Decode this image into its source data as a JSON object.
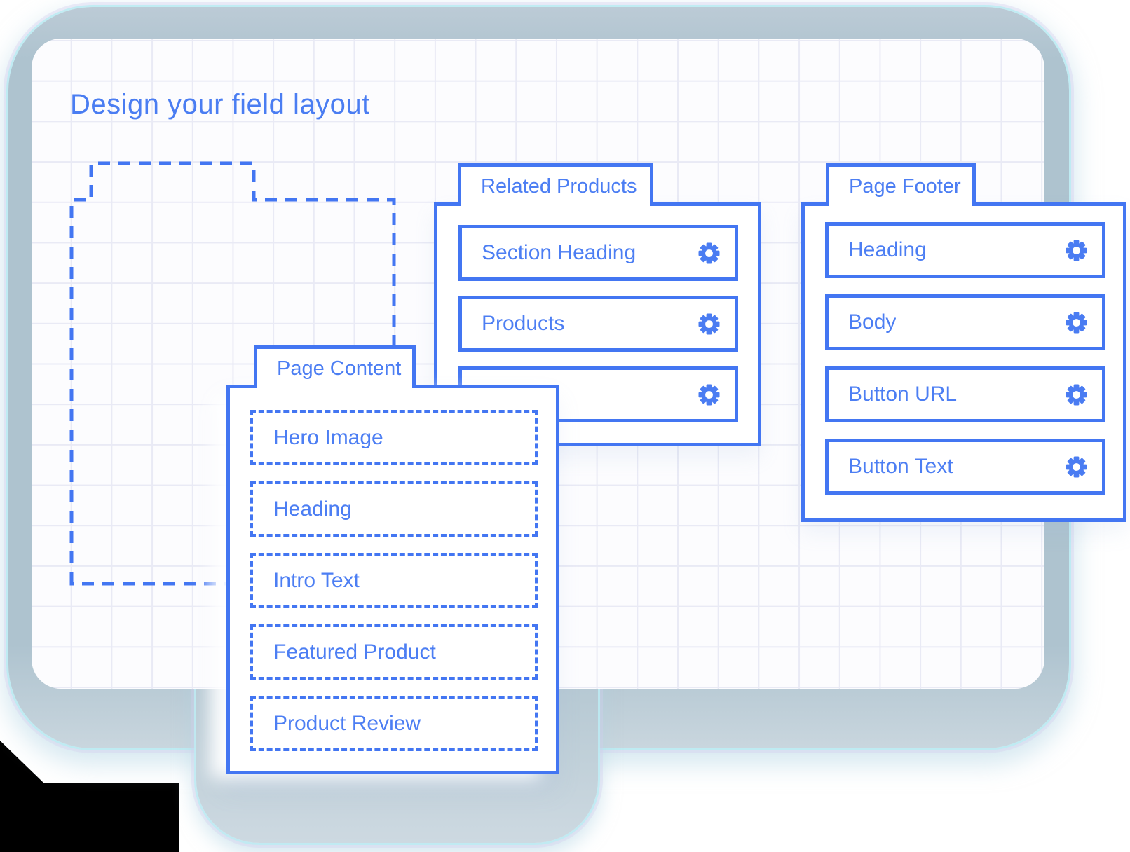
{
  "title": "Design your field layout",
  "colors": {
    "accent_border": "#4376f2",
    "label_text": "#4c7ef3",
    "backdrop_gray_blue": "#aec3cf",
    "glow_cyan": "#bfe9ee",
    "glow_lavender": "#d7d3ee",
    "grid_line": "#e9eaf5"
  },
  "panels": {
    "related_products": {
      "tab_label": "Related Products",
      "rows": [
        {
          "label": "Section Heading",
          "gear": "gear-icon"
        },
        {
          "label": "Products",
          "gear": "gear-icon"
        },
        {
          "label": "",
          "gear": "gear-icon"
        }
      ]
    },
    "page_footer": {
      "tab_label": "Page Footer",
      "rows": [
        {
          "label": "Heading",
          "gear": "gear-icon"
        },
        {
          "label": "Body",
          "gear": "gear-icon"
        },
        {
          "label": "Button URL",
          "gear": "gear-icon"
        },
        {
          "label": "Button Text",
          "gear": "gear-icon"
        }
      ]
    },
    "page_content": {
      "tab_label": "Page Content",
      "rows": [
        {
          "label": "Hero Image"
        },
        {
          "label": "Heading"
        },
        {
          "label": "Intro Text"
        },
        {
          "label": "Featured Product"
        },
        {
          "label": "Product Review"
        }
      ]
    }
  }
}
